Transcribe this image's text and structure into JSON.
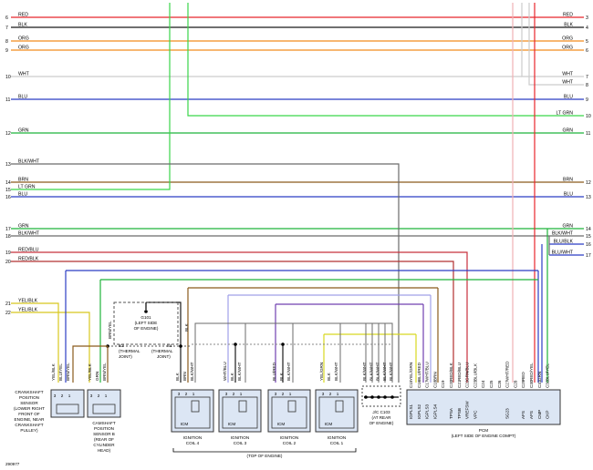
{
  "figure_id": "290977",
  "left_rows": [
    {
      "n": "6",
      "label": "RED",
      "color": "#e8262c"
    },
    {
      "n": "7",
      "label": "BLK",
      "color": "#1a1a1a"
    },
    {
      "n": "8",
      "label": "ORG",
      "color": "#f28c1e"
    },
    {
      "n": "9",
      "label": "ORG",
      "color": "#f28c1e"
    },
    {
      "n": "10",
      "label": "WHT",
      "color": "#cccccc"
    },
    {
      "n": "11",
      "label": "BLU",
      "color": "#2b3cc4"
    },
    {
      "n": "12",
      "label": "GRN",
      "color": "#1fb33a"
    },
    {
      "n": "13",
      "label": "BLK/WHT",
      "color": "#6b6b6b"
    },
    {
      "n": "14",
      "label": "BRN",
      "color": "#8a5a1c"
    },
    {
      "n": "15",
      "label": "LT GRN",
      "color": "#39d649"
    },
    {
      "n": "16",
      "label": "BLU",
      "color": "#2b3cc4"
    },
    {
      "n": "17",
      "label": "GRN",
      "color": "#1fb33a"
    },
    {
      "n": "18",
      "label": "BLK/WHT",
      "color": "#6b6b6b"
    },
    {
      "n": "19",
      "label": "RED/BLU",
      "color": "#c8303c"
    },
    {
      "n": "20",
      "label": "RED/BLK",
      "color": "#b23030"
    },
    {
      "n": "21",
      "label": "YEL/BLK",
      "color": "#d8c81e"
    },
    {
      "n": "22",
      "label": "YEL/BLK",
      "color": "#d8c81e"
    }
  ],
  "right_rows": [
    {
      "n": "3",
      "label": "RED"
    },
    {
      "n": "4",
      "label": "BLK"
    },
    {
      "n": "5",
      "label": "ORG"
    },
    {
      "n": "6",
      "label": "ORG"
    },
    {
      "n": "7",
      "label": "WHT"
    },
    {
      "n": "8",
      "label": "WHT"
    },
    {
      "n": "9",
      "label": "BLU"
    },
    {
      "n": "10",
      "label": "LT GRN"
    },
    {
      "n": "11",
      "label": "GRN"
    },
    {
      "n": "12",
      "label": "BRN"
    },
    {
      "n": "13",
      "label": "BLU"
    },
    {
      "n": "14",
      "label": "GRN"
    },
    {
      "n": "15",
      "label": "BLK/WHT"
    },
    {
      "n": "16",
      "label": "BLU/BLK"
    },
    {
      "n": "17",
      "label": "BLU/WHT"
    }
  ],
  "ground_g101": [
    "G101",
    "(LEFT SIDE",
    "OF ENGINE)"
  ],
  "s2_label": [
    "S2",
    "(THERMAL",
    "JOINT)"
  ],
  "s1_label": [
    "S1",
    "(THERMAL",
    "JOINT)"
  ],
  "wire_blk": "BLK",
  "wire_brnyel": "BRN/YEL",
  "crank_sensor": {
    "wires": [
      "YEL/BLK",
      "BLU/YEL",
      "BRN/YEL"
    ],
    "pins": [
      "3",
      "2",
      "1"
    ],
    "title": [
      "CRANKSHAFT",
      "POSITION",
      "SENSOR",
      "(LOWER RIGHT",
      "FRONT OF",
      "ENGINE, NEAR",
      "CRANKSHAFT",
      "PULLEY)"
    ]
  },
  "cam_sensor": {
    "wires": [
      "YEL/BLK",
      "GRN",
      "BRN/YEL"
    ],
    "pins": [
      "3",
      "2",
      "1"
    ],
    "title": [
      "CAMSHAFT",
      "POSITION",
      "SENSOR B",
      "(REAR OF",
      "CYLINDER",
      "HEAD)"
    ]
  },
  "coils": [
    {
      "wires": [
        "BLK",
        "BRN",
        "BLK/WHT"
      ],
      "icm": "ICM",
      "title": [
        "IGNITION",
        "COIL 4"
      ]
    },
    {
      "wires": [
        "WHT/BLU",
        "BLK",
        "BLK/WHT"
      ],
      "icm": "ICM",
      "title": [
        "IGNITION",
        "COIL 3"
      ]
    },
    {
      "wires": [
        "BLU/RED",
        "BLK",
        "BLK/WHT"
      ],
      "icm": "ICM",
      "title": [
        "IGNITION",
        "COIL 2"
      ]
    },
    {
      "wires": [
        "YEL/GRN",
        "BLK",
        "BLK/WHT"
      ],
      "icm": "ICM",
      "title": [
        "IGNITION",
        "COIL 1"
      ]
    }
  ],
  "coil_pins": [
    "3",
    "2",
    "1"
  ],
  "top_of_engine": "(TOP OF ENGINE)",
  "jc103": {
    "wires": [
      "BLK/WHT",
      "BLK/WHT",
      "BLK/WHT",
      "BLK/WHT",
      "BLK/WHT"
    ],
    "title": [
      "J/C C103",
      "(AT REAR",
      "OF ENGINE)"
    ]
  },
  "pcm": {
    "wires": [
      "YEL/GRN",
      "BLU/RED",
      "WHT/BLU",
      "BRN",
      "",
      "RED/BLK",
      "RED/BLU",
      "GRN/BLU",
      "BLU/BLK",
      "",
      "",
      "",
      "WHT/RED",
      "",
      "RED",
      "RED/YEL",
      "GRN",
      "BLU/YEL"
    ],
    "pins": [
      "C15",
      "C16",
      "C17",
      "C18",
      "C19",
      "C20",
      "C21",
      "C22",
      "C23",
      "C24",
      "C25",
      "C26",
      "C27",
      "C28",
      "C29",
      "C30",
      "C31",
      "C32"
    ],
    "signals": [
      "IGPLS1",
      "IGPLS2",
      "IGPLS3",
      "IGPLS4",
      "",
      "TPSA",
      "TPSB",
      "VREFSW",
      "VPC",
      "",
      "",
      "",
      "SG23",
      "",
      "AFS",
      "AFS",
      "CMP",
      "CKP"
    ],
    "title": [
      "PCM",
      "(LEFT SIDE OF ENGINE COMPT)"
    ]
  }
}
